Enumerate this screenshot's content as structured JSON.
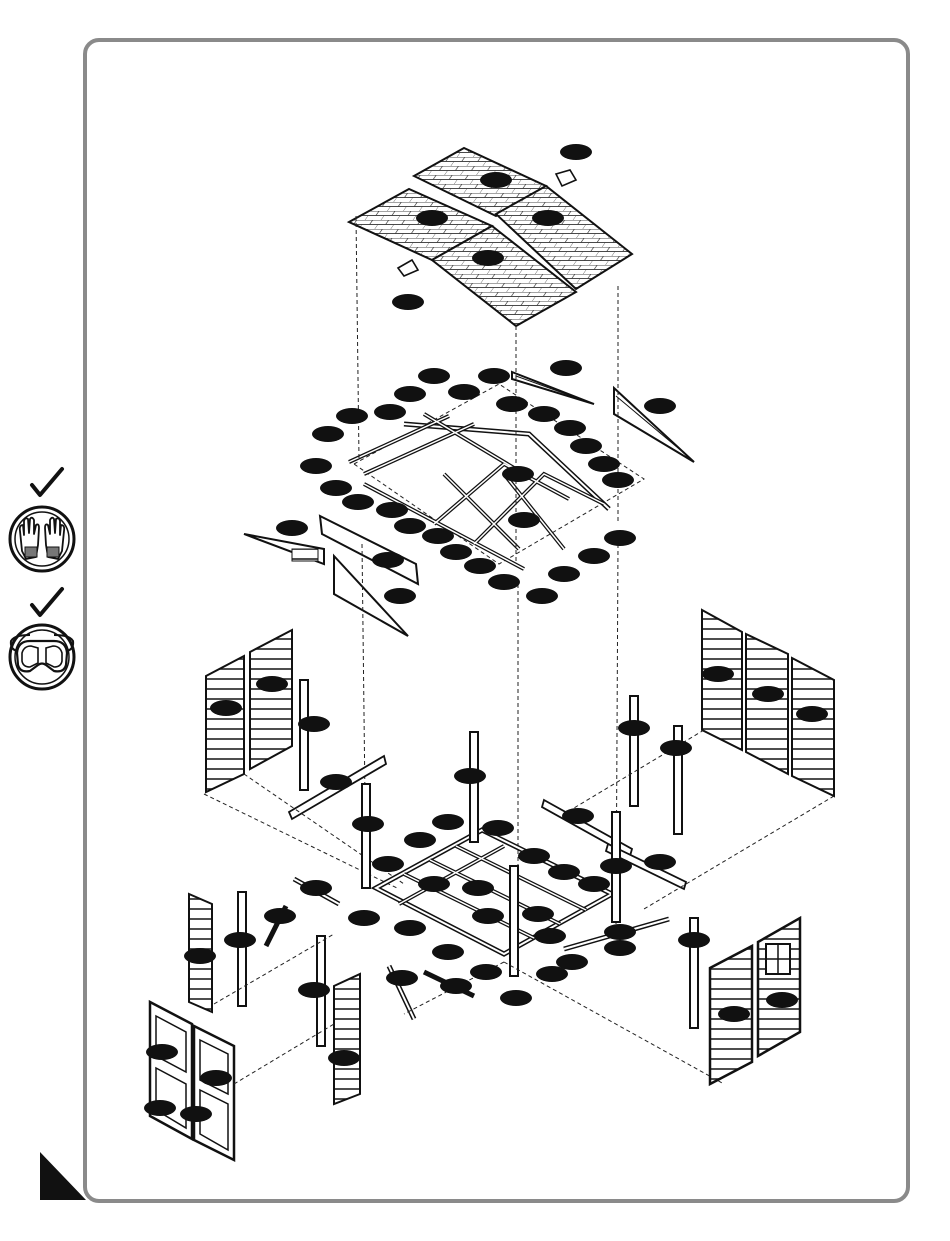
{
  "diagram": {
    "type": "exploded-assembly",
    "subject": "garden-shed",
    "colors": {
      "frame_border": "#8a8a8a",
      "line": "#222222",
      "callout_fill": "#111111",
      "part_fill": "#ffffff",
      "panel_shade": "#d9d9d9"
    },
    "sections": [
      "roof-panels",
      "roof-trusses-and-gables",
      "wall-panels-right",
      "wall-panels-left",
      "floor-frame",
      "front-door-and-window-panels"
    ],
    "callout_count": 70,
    "safety": {
      "gloves": {
        "icon": "gloves-icon",
        "required": true
      },
      "goggles": {
        "icon": "safety-goggles-icon",
        "required": true
      }
    },
    "page_corner_marker": "page-corner-triangle"
  }
}
